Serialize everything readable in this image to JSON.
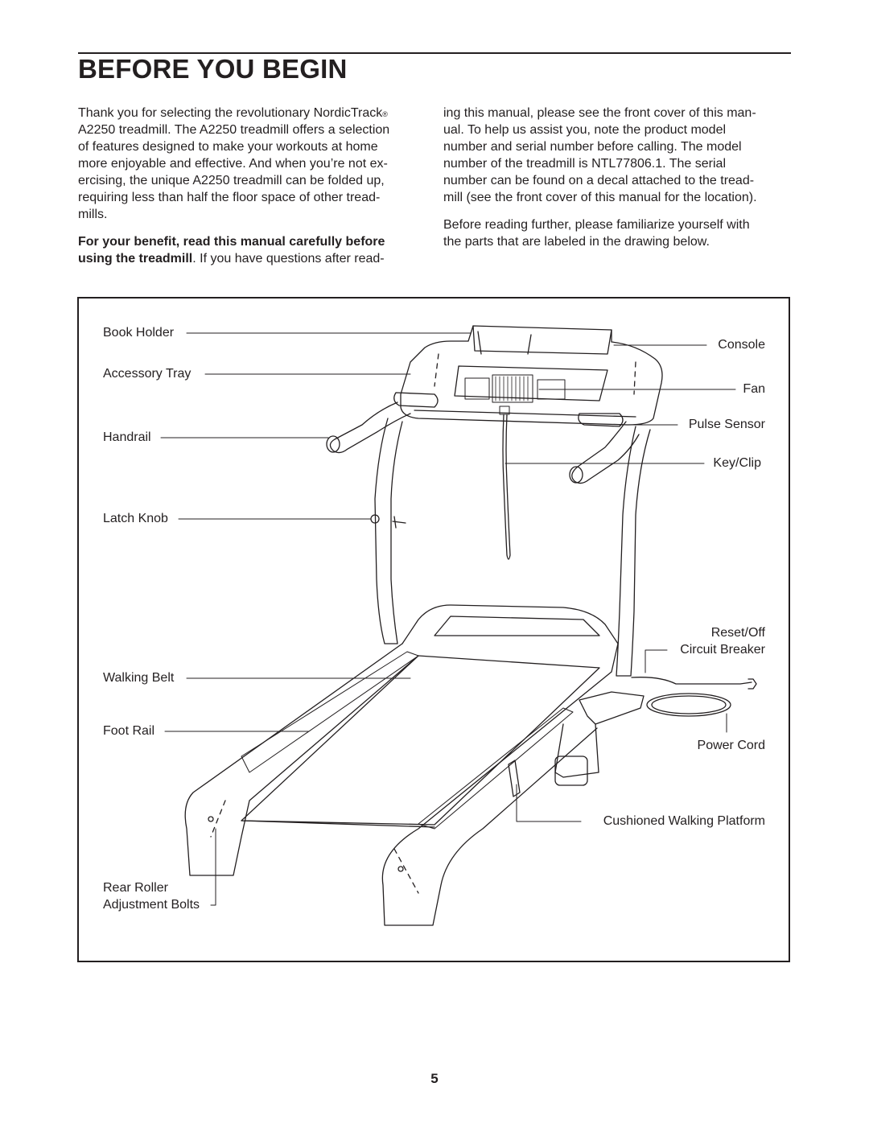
{
  "page": {
    "title": "BEFORE YOU BEGIN",
    "page_number": "5"
  },
  "intro": {
    "left_lines": [
      "Thank you for selecting the revolutionary NordicTrack",
      "A2250 treadmill. The A2250 treadmill offers a selection",
      "of features designed to make your workouts at home",
      "more enjoyable and effective. And when you’re not ex-",
      "ercising, the unique A2250 treadmill can be folded up,",
      "requiring less than half the floor space of other tread-",
      "mills."
    ],
    "registered_mark": "®",
    "bold_line_1": "For your benefit, read this manual carefully before",
    "bold_line_2": "using the treadmill",
    "after_bold": ". If you have questions after read-",
    "right_lines": [
      "ing this manual, please see the front cover of this man-",
      "ual. To help us assist you, note the product model",
      "number and serial number before calling. The model",
      "number of the treadmill is NTL77806.1. The serial",
      "number can be found on a decal attached to the tread-",
      "mill (see the front cover of this manual for the location)."
    ],
    "right_para2_lines": [
      "Before reading further, please familiarize yourself with",
      "the parts that are labeled in the drawing below."
    ]
  },
  "diagram": {
    "labels": {
      "book_holder": "Book Holder",
      "accessory_tray": "Accessory Tray",
      "handrail": "Handrail",
      "latch_knob": "Latch Knob",
      "walking_belt": "Walking Belt",
      "foot_rail": "Foot Rail",
      "rear_roller_1": "Rear Roller",
      "rear_roller_2": "Adjustment Bolts",
      "console": "Console",
      "fan": "Fan",
      "pulse_sensor": "Pulse Sensor",
      "key_clip": "Key/Clip",
      "reset_off_1": "Reset/Off",
      "reset_off_2": "Circuit Breaker",
      "power_cord": "Power Cord",
      "cushioned_platform": "Cushioned Walking Platform"
    }
  }
}
